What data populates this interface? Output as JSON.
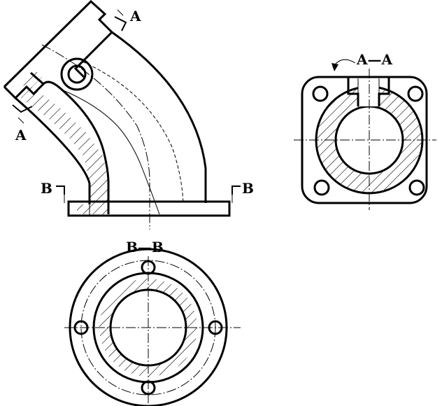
{
  "labels": {
    "section_a_top": "A",
    "section_a_bottom": "A",
    "section_b_left": "B",
    "section_b_right": "B",
    "view_aa_title": "A—A",
    "view_bb_title": "B—B"
  }
}
